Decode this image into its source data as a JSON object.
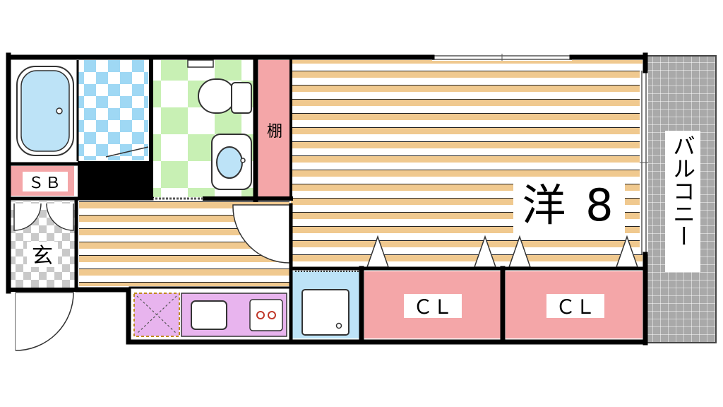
{
  "floorplan": {
    "rooms": {
      "western_room": {
        "label": "洋 8"
      },
      "closet_1": {
        "label": "ＣＬ"
      },
      "closet_2": {
        "label": "ＣＬ"
      },
      "shelf": {
        "label": "棚"
      },
      "shoe_box": {
        "label": "ＳＢ"
      },
      "entrance": {
        "label": "玄"
      },
      "balcony": {
        "label": "バルコニー"
      }
    },
    "colors": {
      "wall": "#000000",
      "wood_floor_tan": "#f0c98f",
      "closet_pink": "#f4a6a8",
      "kitchen_purple": "#e8b4ee",
      "bath_blue": "#bde3f7",
      "tile_green": "#c8f0b4",
      "tile_blue": "#9fd8f4",
      "balcony_gray": "#a9a9a9"
    }
  }
}
